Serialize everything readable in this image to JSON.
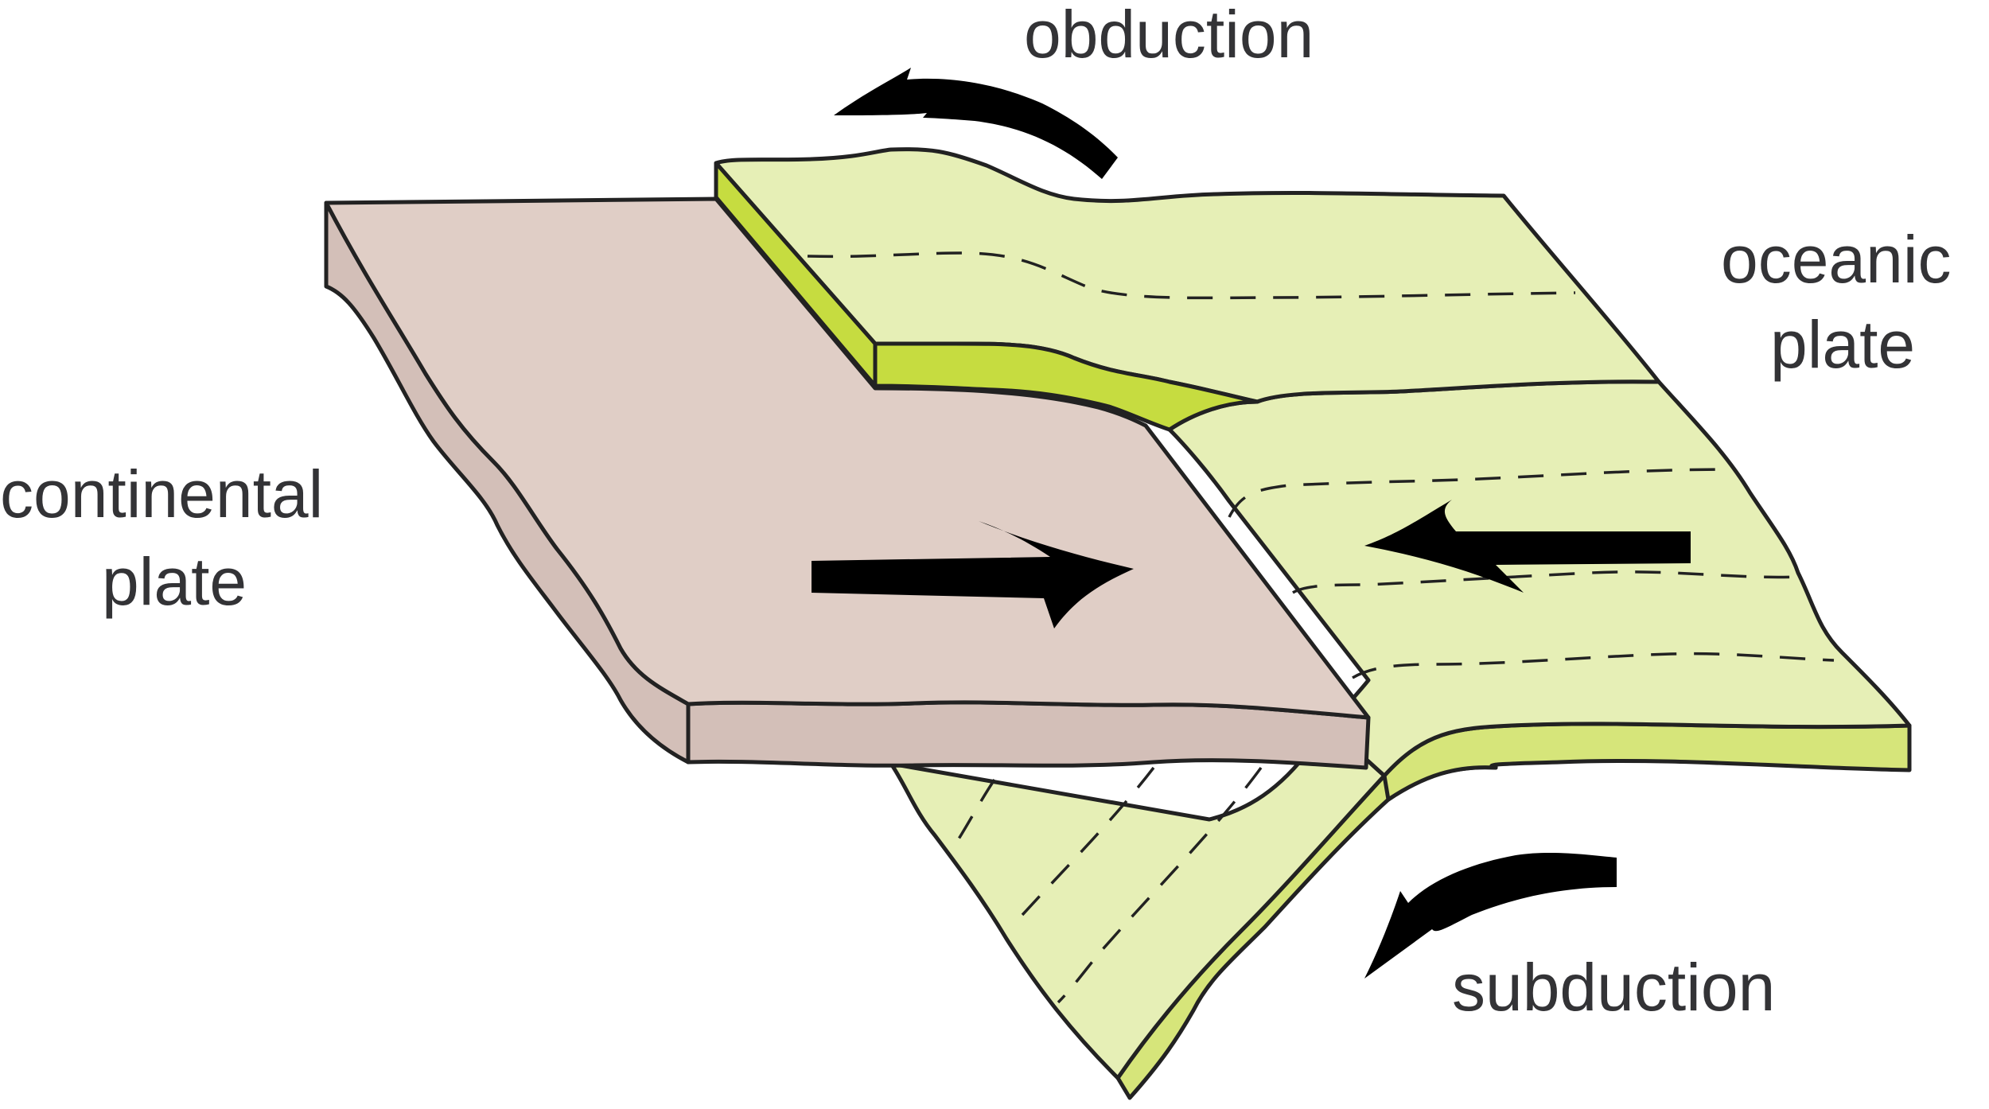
{
  "labels": {
    "obduction": "obduction",
    "oceanic_line1": "oceanic",
    "oceanic_line2": "plate",
    "continental_line1": "continental",
    "continental_line2": "plate",
    "subduction": "subduction"
  },
  "colors": {
    "oceanic_top": "#e6efb6",
    "oceanic_edge": "#c6dc40",
    "oceanic_edge_light": "#d6e57a",
    "continental_top": "#e0cec6",
    "continental_side": "#d3bfb8",
    "arrow": "#000000",
    "label_text": "#333336"
  },
  "icons": {
    "plate_motion_right": "arrow-right-icon",
    "plate_motion_left": "arrow-left-icon",
    "obduction_direction": "curved-arrow-up-left-icon",
    "subduction_direction": "curved-arrow-down-left-icon"
  }
}
